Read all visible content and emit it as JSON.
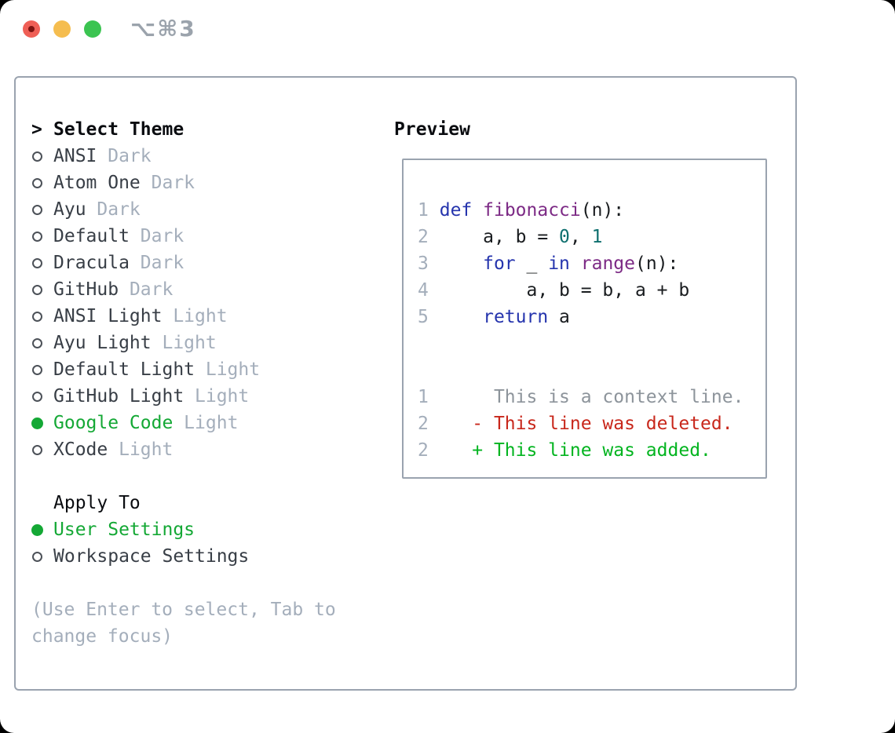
{
  "window": {
    "title": "⌥⌘3",
    "traffic_lights": [
      {
        "name": "close",
        "color": "#ef5f56"
      },
      {
        "name": "minimize",
        "color": "#f5bd4f"
      },
      {
        "name": "zoom",
        "color": "#3bc451"
      }
    ]
  },
  "theme_selector": {
    "header_marker": ">",
    "header": "Select Theme",
    "items": [
      {
        "label": "ANSI",
        "tag": "Dark",
        "selected": false
      },
      {
        "label": "Atom One",
        "tag": "Dark",
        "selected": false
      },
      {
        "label": "Ayu",
        "tag": "Dark",
        "selected": false
      },
      {
        "label": "Default",
        "tag": "Dark",
        "selected": false
      },
      {
        "label": "Dracula",
        "tag": "Dark",
        "selected": false
      },
      {
        "label": "GitHub",
        "tag": "Dark",
        "selected": false
      },
      {
        "label": "ANSI Light",
        "tag": "Light",
        "selected": false
      },
      {
        "label": "Ayu Light",
        "tag": "Light",
        "selected": false
      },
      {
        "label": "Default Light",
        "tag": "Light",
        "selected": false
      },
      {
        "label": "GitHub Light",
        "tag": "Light",
        "selected": false
      },
      {
        "label": "Google Code",
        "tag": "Light",
        "selected": true
      },
      {
        "label": "XCode",
        "tag": "Light",
        "selected": false
      }
    ]
  },
  "apply_to": {
    "header": "Apply To",
    "options": [
      {
        "label": "User Settings",
        "selected": true
      },
      {
        "label": "Workspace Settings",
        "selected": false
      }
    ]
  },
  "help": {
    "lines": [
      "(Use Enter to select, Tab to",
      "change focus)"
    ]
  },
  "preview": {
    "header": "Preview",
    "code_lines": [
      {
        "num": "1",
        "tokens": [
          {
            "t": " ",
            "c": "p"
          },
          {
            "t": "def",
            "c": "k"
          },
          {
            "t": " ",
            "c": "p"
          },
          {
            "t": "fibonacci",
            "c": "f"
          },
          {
            "t": "(n):",
            "c": "p"
          }
        ]
      },
      {
        "num": "2",
        "tokens": [
          {
            "t": "     a, b = ",
            "c": "p"
          },
          {
            "t": "0",
            "c": "n"
          },
          {
            "t": ", ",
            "c": "p"
          },
          {
            "t": "1",
            "c": "n"
          }
        ]
      },
      {
        "num": "3",
        "tokens": [
          {
            "t": "     ",
            "c": "p"
          },
          {
            "t": "for",
            "c": "k"
          },
          {
            "t": " _ ",
            "c": "p"
          },
          {
            "t": "in",
            "c": "k"
          },
          {
            "t": " ",
            "c": "p"
          },
          {
            "t": "range",
            "c": "f"
          },
          {
            "t": "(n):",
            "c": "p"
          }
        ]
      },
      {
        "num": "4",
        "tokens": [
          {
            "t": "         a, b = b, a + b",
            "c": "p"
          }
        ]
      },
      {
        "num": "5",
        "tokens": [
          {
            "t": "     ",
            "c": "p"
          },
          {
            "t": "return",
            "c": "k"
          },
          {
            "t": " a",
            "c": "p"
          }
        ]
      }
    ],
    "blank_rows_after_code": 2,
    "diff_lines": [
      {
        "num": "1",
        "content": "      This is a context line.",
        "type": "context"
      },
      {
        "num": "2",
        "content": "    - This line was deleted.",
        "type": "deleted"
      },
      {
        "num": "2",
        "content": "    + This line was added.",
        "type": "added"
      }
    ]
  },
  "colors": {
    "accent_green": "#14a835",
    "diff_added": "#02b41f",
    "diff_deleted": "#c8271b",
    "diff_context": "#8d949b",
    "code_keyword": "#2534ad",
    "code_func": "#7c2a85",
    "code_number": "#0e6f6e",
    "code_plain": "#191c1f",
    "heading": "#0a0c10",
    "item_text": "#383e46",
    "muted_gray": "#a4aebb",
    "border_gray": "#9aa3af",
    "circle_gray": "#4c5158",
    "title_gray": "#9ba3ac",
    "tl_red": "#ef5f56",
    "tl_red_dot": "#7d1310",
    "tl_yellow": "#f5bd4f",
    "tl_green": "#3bc451"
  }
}
